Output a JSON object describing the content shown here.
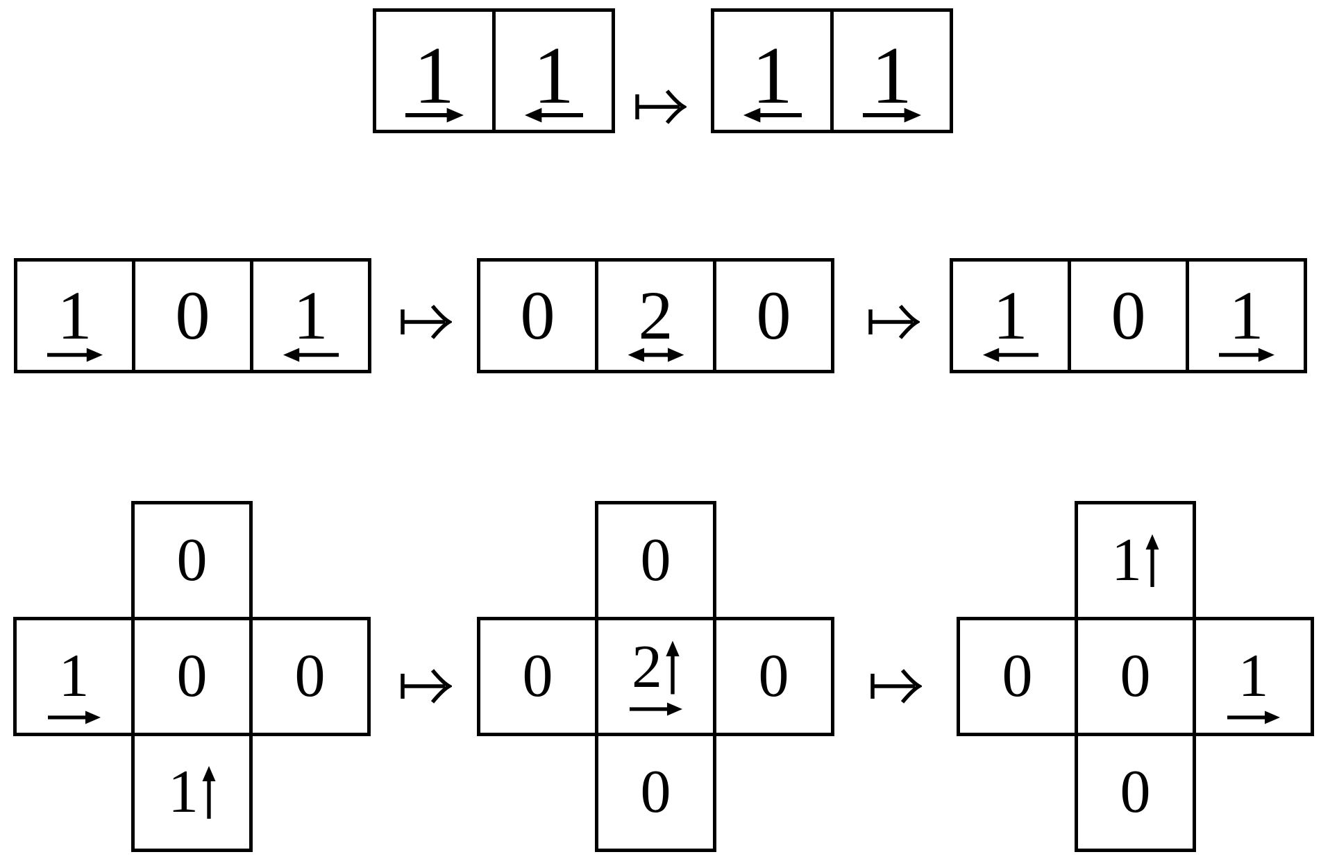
{
  "colors": {
    "ink": "#000000",
    "paper": "#ffffff"
  },
  "mapsto_symbol": "↦",
  "row1": {
    "left_box": [
      {
        "value": "1",
        "arrow": "right"
      },
      {
        "value": "1",
        "arrow": "left"
      }
    ],
    "mapsto": "↦",
    "right_box": [
      {
        "value": "1",
        "arrow": "left"
      },
      {
        "value": "1",
        "arrow": "right"
      }
    ]
  },
  "row2": {
    "box1": [
      {
        "value": "1",
        "arrow": "right"
      },
      {
        "value": "0",
        "arrow": "none"
      },
      {
        "value": "1",
        "arrow": "left"
      }
    ],
    "mapsto1": "↦",
    "box2": [
      {
        "value": "0",
        "arrow": "none"
      },
      {
        "value": "2",
        "arrow": "left-right"
      },
      {
        "value": "0",
        "arrow": "none"
      }
    ],
    "mapsto2": "↦",
    "box3": [
      {
        "value": "1",
        "arrow": "left"
      },
      {
        "value": "0",
        "arrow": "none"
      },
      {
        "value": "1",
        "arrow": "right"
      }
    ]
  },
  "row3": {
    "cross1": {
      "top": {
        "value": "0",
        "arrow": "none"
      },
      "left": {
        "value": "1",
        "arrow": "right"
      },
      "center": {
        "value": "0",
        "arrow": "none"
      },
      "right": {
        "value": "0",
        "arrow": "none"
      },
      "bottom": {
        "value": "1",
        "arrow": "up"
      }
    },
    "mapsto1": "↦",
    "cross2": {
      "top": {
        "value": "0",
        "arrow": "none"
      },
      "left": {
        "value": "0",
        "arrow": "none"
      },
      "center": {
        "value": "2",
        "arrows": [
          "up",
          "right"
        ]
      },
      "right": {
        "value": "0",
        "arrow": "none"
      },
      "bottom": {
        "value": "0",
        "arrow": "none"
      }
    },
    "mapsto2": "↦",
    "cross3": {
      "top": {
        "value": "1",
        "arrow": "up"
      },
      "left": {
        "value": "0",
        "arrow": "none"
      },
      "center": {
        "value": "0",
        "arrow": "none"
      },
      "right": {
        "value": "1",
        "arrow": "right"
      },
      "bottom": {
        "value": "0",
        "arrow": "none"
      }
    }
  }
}
